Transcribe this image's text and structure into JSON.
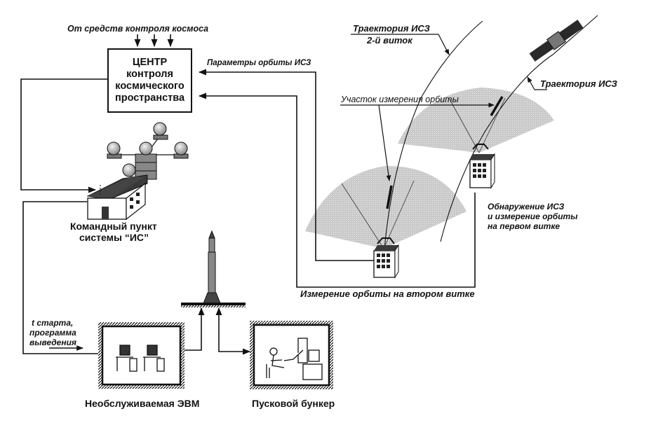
{
  "center": {
    "title_line1": "ЦЕНТР",
    "title_line2": "контроля",
    "title_line3": "космического",
    "title_line4": "пространства",
    "input_label": "От средств контроля космоса"
  },
  "labels": {
    "orbit_params": "Параметры орбиты ИСЗ",
    "trajectory_2nd": "Траектория ИСЗ",
    "trajectory_2nd_sub": "2-й виток",
    "trajectory": "Траектория ИСЗ",
    "measurement_section": "Участок измерения орбиты",
    "detection_line1": "Обнаружение ИСЗ",
    "detection_line2": "и измерение орбиты",
    "detection_line3": "на первом витке",
    "second_orbit_measurement": "Измерение орбиты на втором витке",
    "command_post_line1": "Командный пункт",
    "command_post_line2": "системы “ИС”",
    "launch_line1": "t старта,",
    "launch_line2": "программа",
    "launch_line3": "выведения",
    "computer": "Необслуживаемая ЭВМ",
    "bunker": "Пусковой бункер"
  },
  "colors": {
    "ink": "#111111",
    "dome_fill": "#c9c9c9",
    "roof_fill": "#3a3a3a",
    "sphere_fill": "#bdbdbd"
  }
}
